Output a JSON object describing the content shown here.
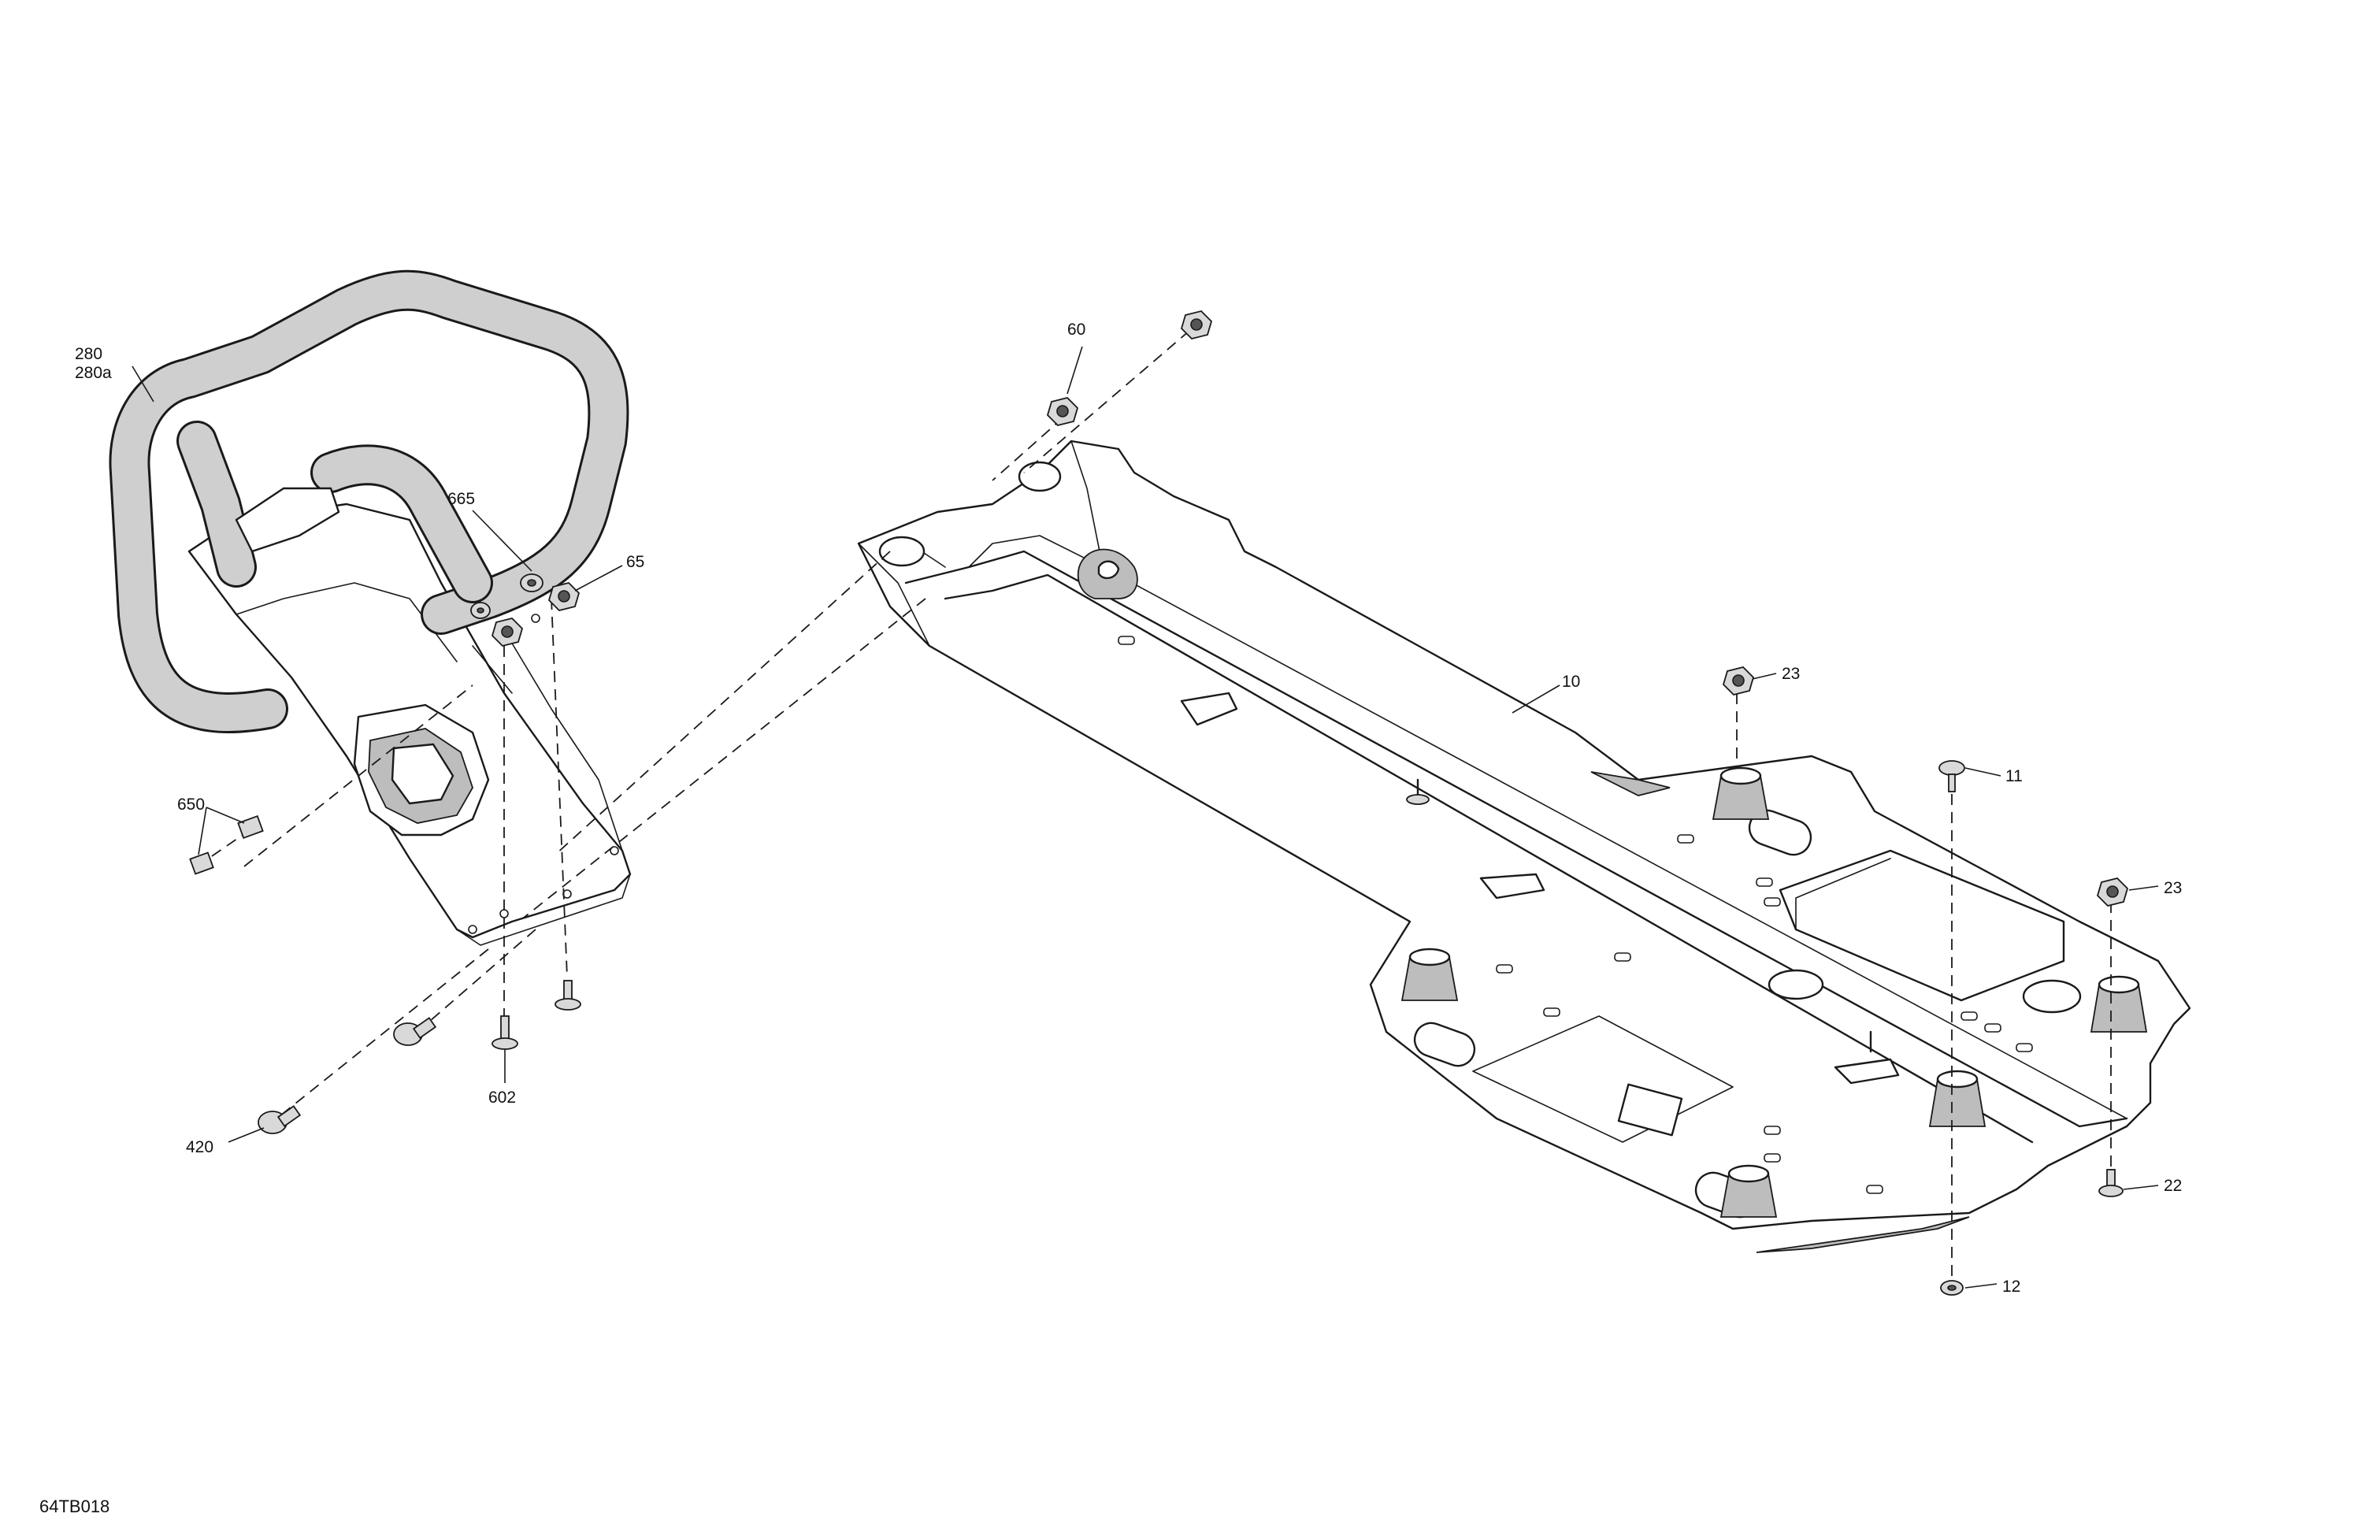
{
  "diagram": {
    "drawing_code": "64TB018",
    "callouts": {
      "c280": "280",
      "c280a": "280a",
      "c665": "665",
      "c65": "65",
      "c650": "650",
      "c602": "602",
      "c420": "420",
      "c60": "60",
      "c10": "10",
      "c23_top": "23",
      "c11": "11",
      "c23_right": "23",
      "c22": "22",
      "c12": "12"
    }
  }
}
